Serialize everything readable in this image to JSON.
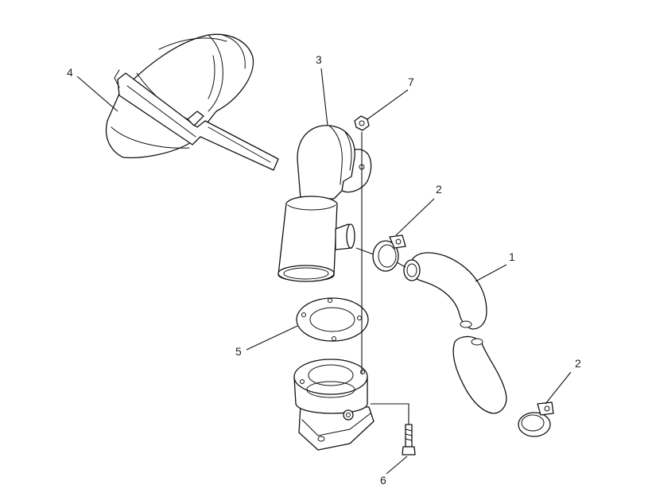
{
  "callouts": {
    "c1": "1",
    "c2a": "2",
    "c2b": "2",
    "c3": "3",
    "c4": "4",
    "c5": "5",
    "c6": "6",
    "c7": "7"
  },
  "colors": {
    "line": "#111111",
    "background": "#ffffff"
  }
}
